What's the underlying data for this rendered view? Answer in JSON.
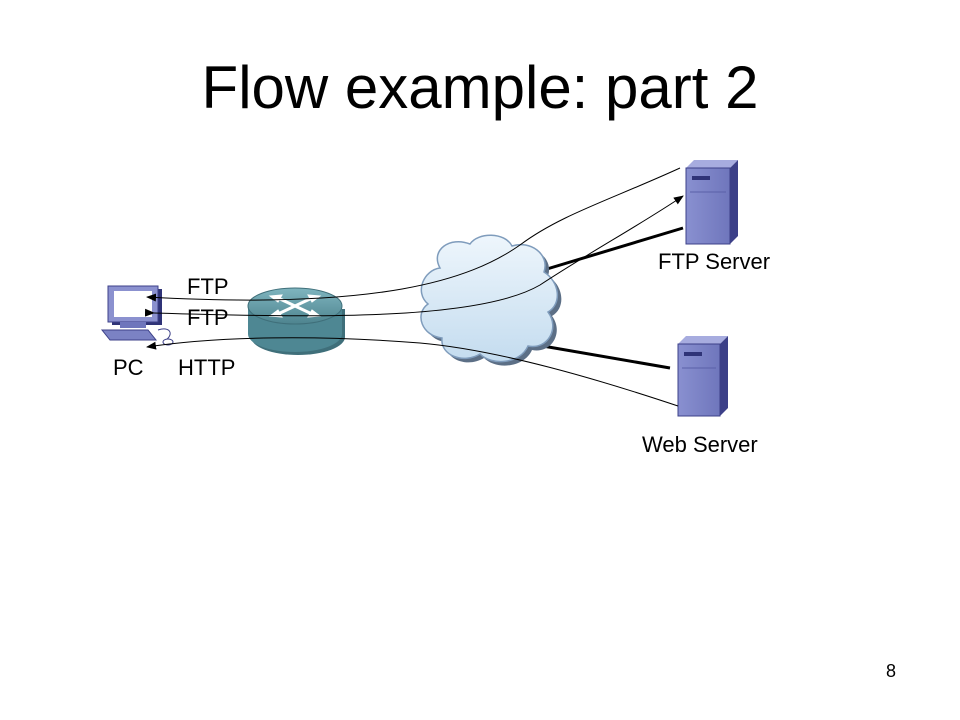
{
  "slide": {
    "title": "Flow example: part 2",
    "page_number": "8"
  },
  "nodes": {
    "pc": {
      "label": "PC",
      "icon": "computer-icon"
    },
    "router": {
      "icon": "router-icon"
    },
    "cloud": {
      "icon": "network-cloud-icon"
    },
    "ftp_server": {
      "label": "FTP Server",
      "icon": "server-icon"
    },
    "web_server": {
      "label": "Web Server",
      "icon": "server-icon"
    }
  },
  "flows": [
    {
      "label": "FTP"
    },
    {
      "label": "FTP"
    },
    {
      "label": "HTTP"
    }
  ],
  "colors": {
    "device_blue": "#7b82c4",
    "device_dark": "#3c4088",
    "router_teal": "#5f9aa5",
    "cloud_fill": "#d7e8f5",
    "cloud_stroke": "#6f8fb0"
  }
}
